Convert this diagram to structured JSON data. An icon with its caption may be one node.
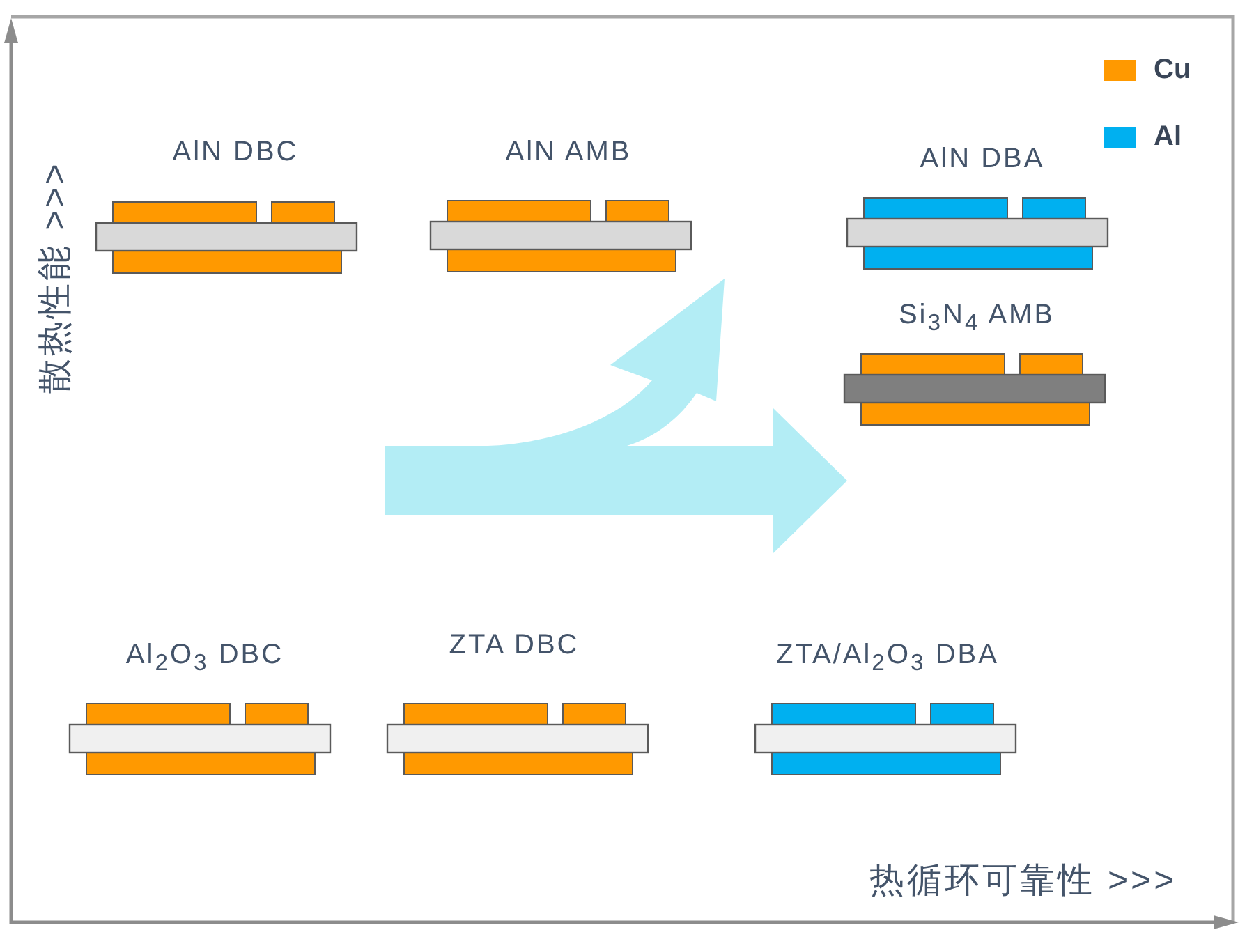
{
  "diagram": {
    "labels": [
      "散热性能 >>>",
      "AlN DBC",
      "AlN AMB",
      "AlN DBA",
      "Si$_{3}$N$_{4}$ AMB",
      "Al$_{2}$O$_{3}$ DBC",
      "ZTA DBC",
      "ZTA/Al$_{2}$O$_{3}$ DBA",
      "热循环可靠性 >>>"
    ],
    "legend": [
      {
        "text": "Cu",
        "color": "#ff9900"
      },
      {
        "text": "Al",
        "color": "#00b0f0"
      }
    ]
  }
}
